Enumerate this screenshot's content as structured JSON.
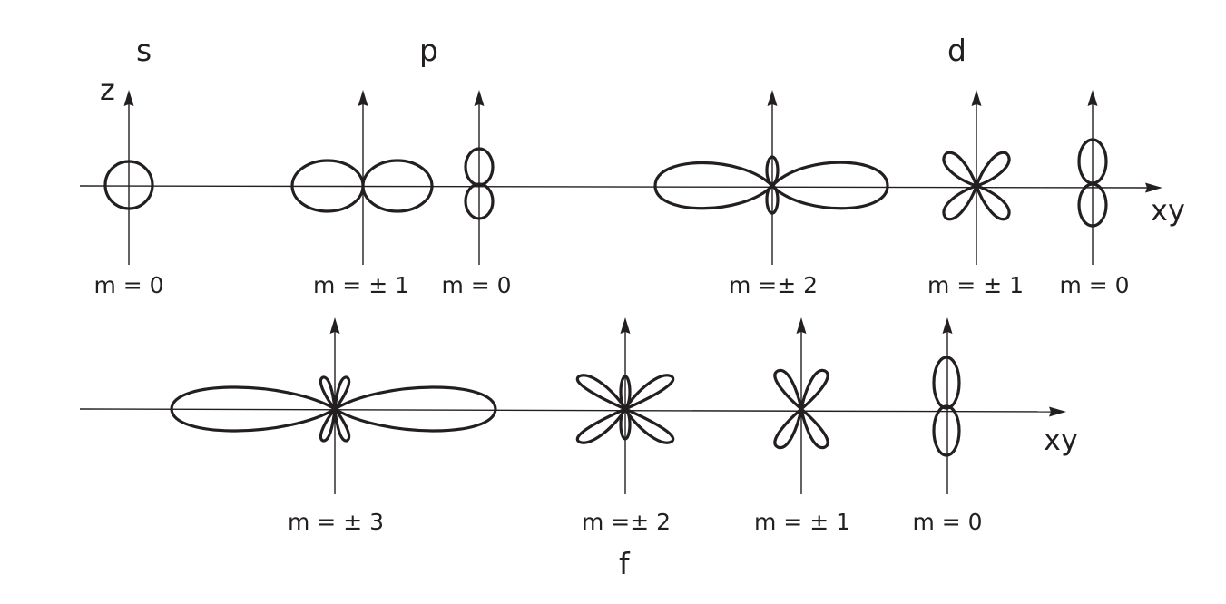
{
  "headers": {
    "s": "s",
    "p": "p",
    "d": "d",
    "f": "f"
  },
  "axis_labels": {
    "z": "z",
    "xy_top": "xy",
    "xy_bottom": "xy"
  },
  "orbitals": {
    "s_m0": "m = 0",
    "p_m1": "m = ± 1",
    "p_m0": "m = 0",
    "d_m2": "m =± 2",
    "d_m1": "m = ± 1",
    "d_m0": "m = 0",
    "f_m3": "m = ± 3",
    "f_m2": "m =± 2",
    "f_m1": "m = ± 1",
    "f_m0": "m = 0"
  },
  "colors": {
    "ink": "#231f20",
    "background": "#ffffff"
  }
}
